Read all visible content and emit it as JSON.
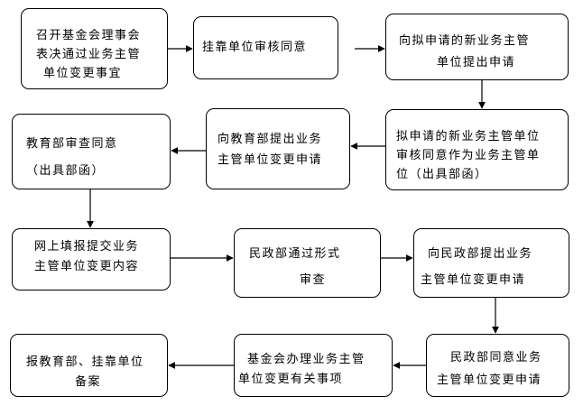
{
  "flow": {
    "steps": [
      {
        "id": "s1",
        "lines": [
          "召开基金会理事会",
          "表决通过业务主管",
          "单位变更事宜"
        ]
      },
      {
        "id": "s2",
        "lines": [
          "挂靠单位审核同意"
        ]
      },
      {
        "id": "s3",
        "lines": [
          "向拟申请的新业务主管",
          "单位提出申请"
        ]
      },
      {
        "id": "s4",
        "lines": [
          "拟申请的新业务主管单位",
          "审核同意作为业务主管单",
          "位（出具部函）"
        ]
      },
      {
        "id": "s5",
        "lines": [
          "向教育部提出业务",
          "主管单位变更申请"
        ]
      },
      {
        "id": "s6",
        "lines": [
          "教育部审查同意",
          "（出具部函）"
        ]
      },
      {
        "id": "s7",
        "lines": [
          "网上填报提交业务",
          "主管单位变更内容"
        ]
      },
      {
        "id": "s8",
        "lines": [
          "民政部通过形式",
          "审查"
        ]
      },
      {
        "id": "s9",
        "lines": [
          "向民政部提出业务",
          "主管单位变更申请"
        ]
      },
      {
        "id": "s10",
        "lines": [
          "民政部同意业务",
          "主管单位变更申请"
        ]
      },
      {
        "id": "s11",
        "lines": [
          "基金会办理业务主管",
          "单位变更有关事项"
        ]
      },
      {
        "id": "s12",
        "lines": [
          "报教育部、挂靠单位",
          "备案"
        ]
      }
    ]
  }
}
